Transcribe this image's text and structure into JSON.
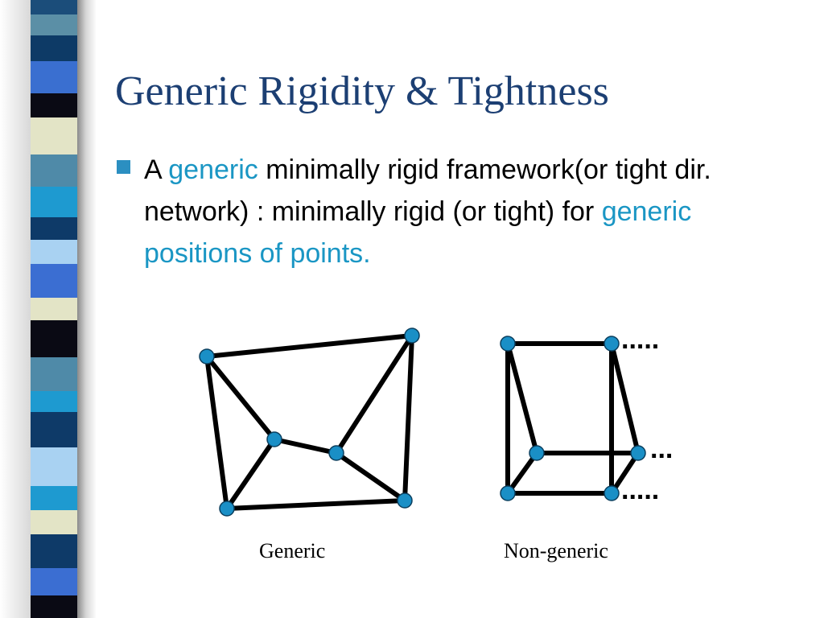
{
  "slide": {
    "title": "Generic Rigidity & Tightness",
    "bullet": {
      "part1": "A ",
      "highlight1": "generic",
      "part2": " minimally rigid framework(or tight dir. network) : minimally rigid (or tight) for ",
      "highlight2": "generic positions of points."
    }
  },
  "figures": {
    "generic_caption": "Generic",
    "nongeneric_caption": "Non-generic",
    "dots_top": ".....",
    "dots_mid": "...",
    "dots_bottom": "....."
  },
  "colors": {
    "title": "#1c3f73",
    "highlight": "#1a96c4",
    "bullet": "#2b8fc1",
    "node_fill": "#1a8fc6",
    "edge": "#000000"
  },
  "icons": {
    "bullet": "square-bullet-icon"
  }
}
